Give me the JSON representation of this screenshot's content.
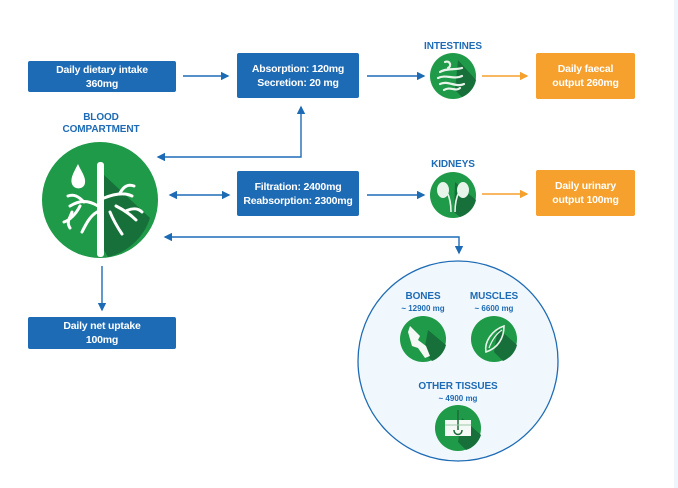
{
  "colors": {
    "blue": "#1e6bb5",
    "orange": "#f6a02d",
    "green": "#1f9a48",
    "dark_green": "#17703a",
    "pool_fill": "#f1f8fd"
  },
  "intake": {
    "line1": "Daily dietary intake",
    "line2": "360mg"
  },
  "gut_exchange": {
    "line1": "Absorption: 120mg",
    "line2": "Secretion: 20 mg"
  },
  "intestines": {
    "label": "INTESTINES",
    "icon": "intestines-icon"
  },
  "faecal": {
    "line1": "Daily faecal",
    "line2": "output 260mg"
  },
  "blood": {
    "line1": "BLOOD",
    "line2": "COMPARTMENT",
    "icon": "blood-vessel-icon"
  },
  "renal_exchange": {
    "line1": "Filtration: 2400mg",
    "line2": "Reabsorption: 2300mg"
  },
  "kidneys": {
    "label": "KIDNEYS",
    "icon": "kidneys-icon"
  },
  "urinary": {
    "line1": "Daily urinary",
    "line2": "output 100mg"
  },
  "net_uptake": {
    "line1": "Daily net uptake",
    "line2": "100mg"
  },
  "pool": {
    "bones": {
      "label": "BONES",
      "amount": "~ 12900 mg",
      "icon": "bone-joint-icon"
    },
    "muscles": {
      "label": "MUSCLES",
      "amount": "~ 6600 mg",
      "icon": "muscle-icon"
    },
    "other": {
      "label": "OTHER TISSUES",
      "amount": "~ 4900 mg",
      "icon": "skin-tissue-icon"
    }
  }
}
